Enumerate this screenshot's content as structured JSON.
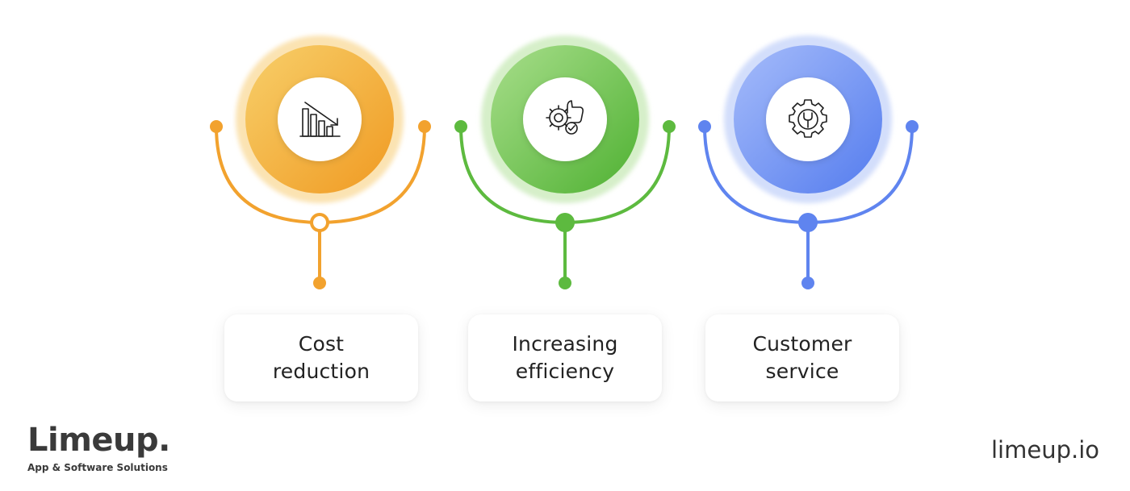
{
  "items": [
    {
      "label_line1": "Cost",
      "label_line2": "reduction",
      "icon": "bar-chart-down-icon",
      "color": "#f2a22e",
      "color_light": "#f7d47a",
      "ring": "#fbe3b2"
    },
    {
      "label_line1": "Increasing",
      "label_line2": "efficiency",
      "icon": "gear-thumbs-up-check-icon",
      "color": "#5dba3f",
      "color_light": "#a7dd8a",
      "ring": "#d6efc9"
    },
    {
      "label_line1": "Customer",
      "label_line2": "service",
      "icon": "gear-wrench-icon",
      "color": "#5f84ef",
      "color_light": "#9fb7f8",
      "ring": "#d3defb"
    }
  ],
  "brand": {
    "name": "Limeup.",
    "tagline": "App & Software Solutions",
    "website": "limeup.io"
  }
}
